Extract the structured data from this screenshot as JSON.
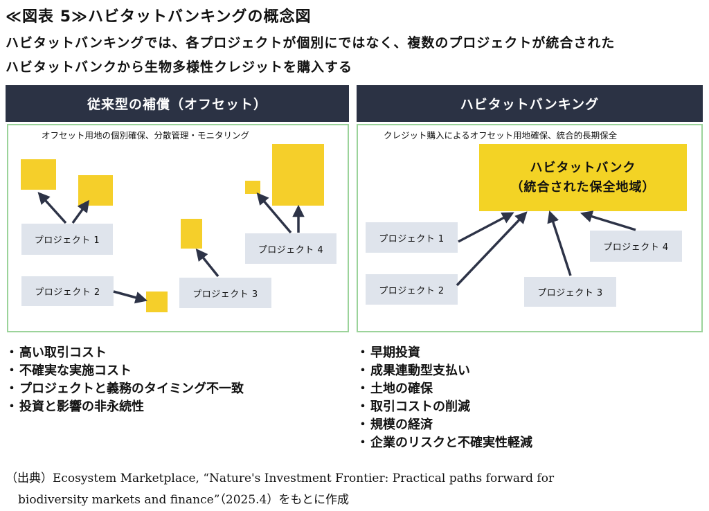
{
  "title": "≪図表 5≫ハビタットバンキングの概念図",
  "subtitle": {
    "line1": "ハビタットバンキングでは、各プロジェクトが個別にではなく、複数のプロジェクトが統合された",
    "line2": "ハビタットバンクから生物多様性クレジットを購入する"
  },
  "left": {
    "header": "従来型の補償（オフセット）",
    "caption": "オフセット用地の個別確保、分散管理・モニタリング",
    "projects": [
      "プロジェクト 1",
      "プロジェクト 2",
      "プロジェクト 3",
      "プロジェクト 4"
    ],
    "bullets": [
      "高い取引コスト",
      "不確実な実施コスト",
      "プロジェクトと義務のタイミング不一致",
      "投資と影響の非永続性"
    ]
  },
  "right": {
    "header": "ハビタットバンキング",
    "caption": "クレジット購入によるオフセット用地確保、統合的長期保全",
    "bank_line1": "ハビタットバンク",
    "bank_line2": "（統合された保全地域）",
    "projects": [
      "プロジェクト 1",
      "プロジェクト 2",
      "プロジェクト 3",
      "プロジェクト 4"
    ],
    "bullets": [
      "早期投資",
      "成果連動型支払い",
      "土地の確保",
      "取引コストの削減",
      "規模の経済",
      "企業のリスクと不確実性軽減"
    ]
  },
  "source": {
    "line1": "（出典）Ecosystem Marketplace, “Nature's Investment Frontier: Practical paths forward for",
    "line2": "biodiversity markets and finance”（2025.4）をもとに作成"
  },
  "colors": {
    "header_bg": "#2b3244",
    "panel_border": "#9bd39a",
    "project_box": "#dfe4ec",
    "offset_site": "#f5cf2a",
    "bank": "#f3d325",
    "arrow": "#2d3347"
  }
}
